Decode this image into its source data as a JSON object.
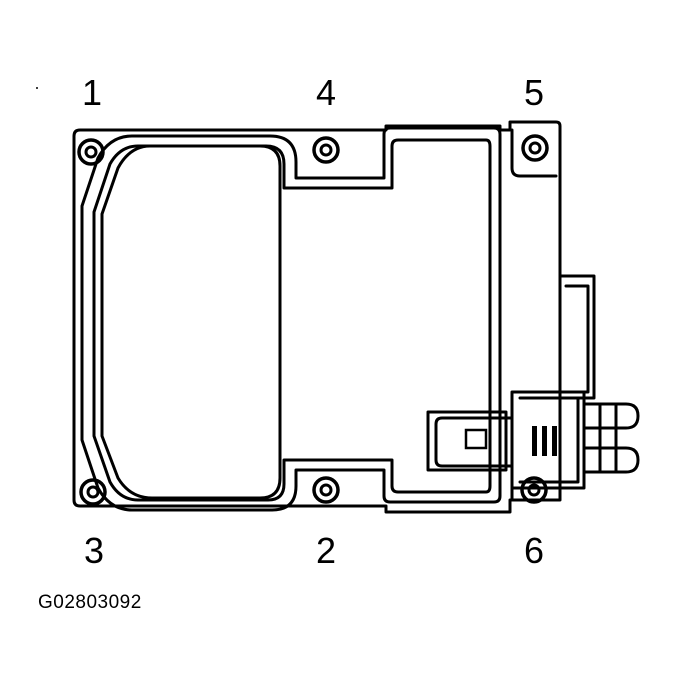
{
  "diagram": {
    "stroke_color": "#000000",
    "background_color": "#ffffff",
    "callouts": [
      {
        "id": "c1",
        "label": "1"
      },
      {
        "id": "c4",
        "label": "4"
      },
      {
        "id": "c5",
        "label": "5"
      },
      {
        "id": "c3",
        "label": "3"
      },
      {
        "id": "c2",
        "label": "2"
      },
      {
        "id": "c6",
        "label": "6"
      }
    ],
    "figure_id": "G02803092"
  }
}
